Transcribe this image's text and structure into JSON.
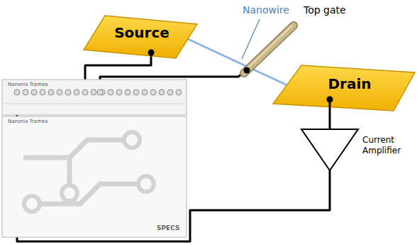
{
  "diagram": {
    "nodes": [
      {
        "text": [
          "Source"
        ]
      },
      {
        "text": [
          "Drain"
        ]
      },
      {
        "text": [
          "Current Amplifier"
        ]
      },
      {
        "text": [
          "Nanonis Tramea",
          "Nanonis Tramea",
          "SPECS"
        ]
      }
    ],
    "edges": [
      {
        "from": 3,
        "to": 0,
        "arrow": "none"
      },
      {
        "from": 0,
        "to": 1,
        "arrow": "none"
      },
      {
        "from": 1,
        "to": 2,
        "arrow": "none"
      },
      {
        "from": 2,
        "to": 3,
        "arrow": "none"
      }
    ],
    "labels": [
      "Nanowire",
      "Top gate"
    ]
  }
}
